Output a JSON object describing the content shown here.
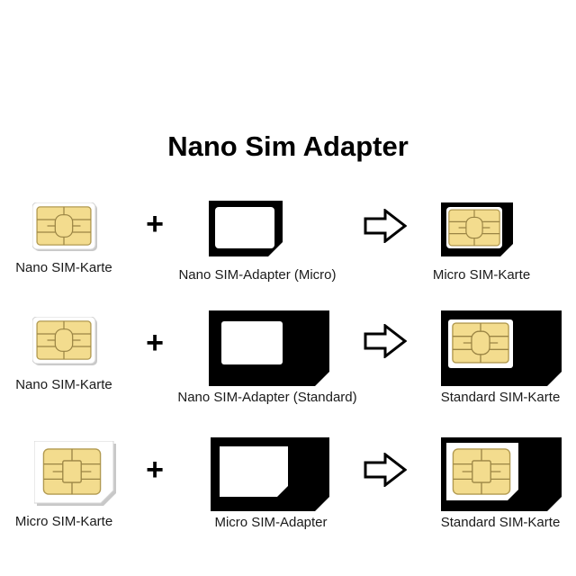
{
  "title": "Nano Sim Adapter",
  "rows": [
    {
      "left_label": "Nano SIM-Karte",
      "operator": "+",
      "middle_label": "Nano SIM-Adapter (Micro)",
      "right_label": "Micro SIM-Karte"
    },
    {
      "left_label": "Nano SIM-Karte",
      "operator": "+",
      "middle_label": "Nano SIM-Adapter (Standard)",
      "right_label": "Standard SIM-Karte"
    },
    {
      "left_label": "Micro SIM-Karte",
      "operator": "+",
      "middle_label": "Micro SIM-Adapter",
      "right_label": "Standard SIM-Karte"
    }
  ],
  "colors": {
    "chip_gold": "#f3dc8e",
    "chip_line": "#9a8444",
    "adapter": "#000000",
    "card_white": "#ffffff",
    "card_shadow": "#c8c8c8"
  },
  "icons": {
    "operator": "plus-icon",
    "result": "right-arrow-icon"
  }
}
